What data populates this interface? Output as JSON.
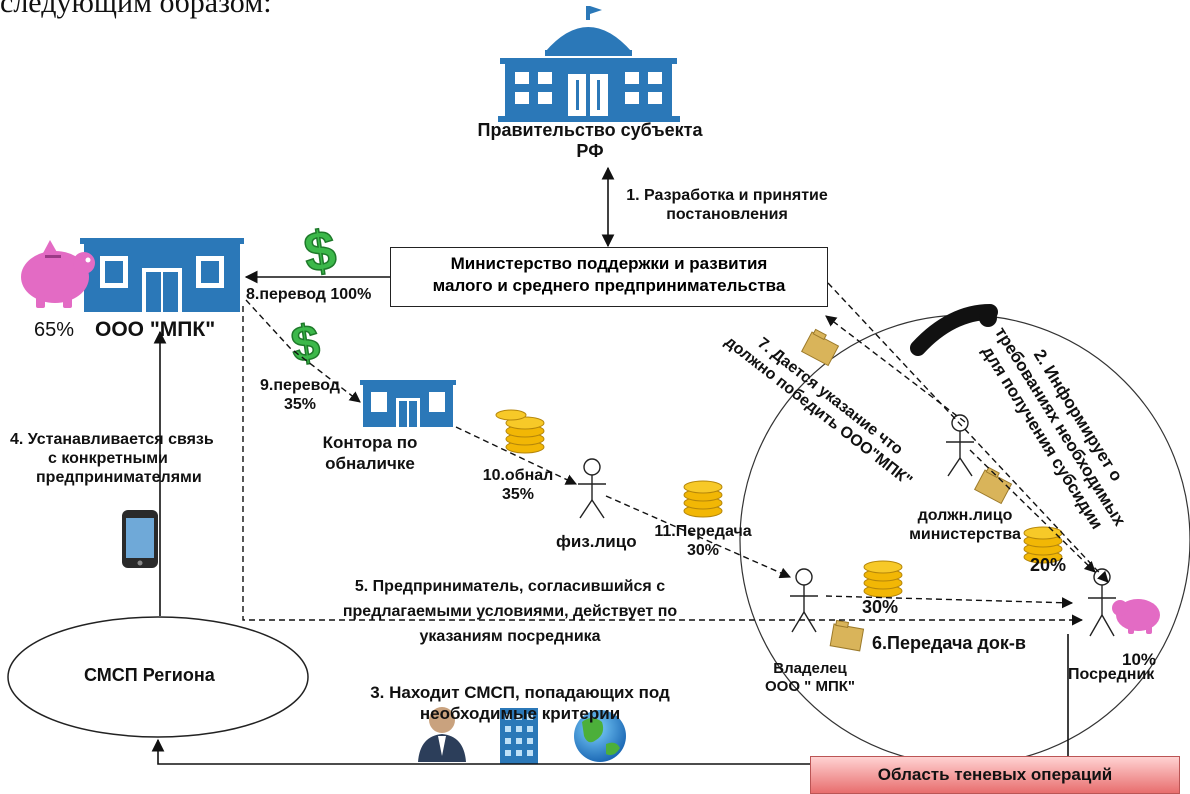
{
  "header_fragment": "следующим образом:",
  "government": {
    "label_line1": "Правительство субъекта",
    "label_line2": "РФ"
  },
  "ministry": {
    "line1": "Министерство поддержки и развития",
    "line2": "малого и среднего предпринимательства"
  },
  "mpk": {
    "label": "ООО \"МПК\"",
    "share": "65%"
  },
  "kontora": {
    "line1": "Контора по",
    "line2": "обналичке"
  },
  "smsp": {
    "label": "СМСП Региона"
  },
  "phys": {
    "label": "физ.лицо"
  },
  "official": {
    "line1": "должн.лицо",
    "line2": "министерства"
  },
  "owner": {
    "line1": "Владелец",
    "line2": "ООО \" МПК\""
  },
  "mediator": {
    "label": "Посредник",
    "share": "10%"
  },
  "shadow_area": {
    "label": "Область теневых операций"
  },
  "steps": {
    "s1_line1": "1. Разработка и принятие",
    "s1_line2": "постановления",
    "s2_line1": "2. Информирует о",
    "s2_line2": "требованиях необходимых",
    "s2_line3": "для получения субсидии",
    "s3_line1": "3. Находит СМСП, попадающих под",
    "s3_line2": "необходимые критерии",
    "s4_line1": "4. Устанавливается связь",
    "s4_line2": "с конкретными",
    "s4_line3": "предпринимателями",
    "s5_line1": "5. Предприниматель, согласившийся с",
    "s5_line2": "предлагаемыми условиями, действует по",
    "s5_line3": "указаниям посредника",
    "s6": "6.Передача док-в",
    "s7_line1": "7. Дается указание что",
    "s7_line2": "должно победить ООО\"МПК\"",
    "s8": "8.перевод 100%",
    "s9_line1": "9.перевод",
    "s9_line2": "35%",
    "s10_line1": "10.обнал",
    "s10_line2": "35%",
    "s11_line1": "11.Передача",
    "s11_line2": "30%",
    "pct_20": "20%",
    "pct_30": "30%"
  },
  "colors": {
    "building": "#2b78b8",
    "dollar": "#3cb84a",
    "piggy": "#e36bc4",
    "coins": "#f2b705",
    "folder": "#d9b45a",
    "shadow": "#e87070"
  },
  "icons": [
    "government-building-icon",
    "office-building-icon",
    "kontora-building-icon",
    "piggy-bank-icon",
    "dollar-icon",
    "coins-icon",
    "folder-icon",
    "person-icon",
    "phone-icon",
    "businessman-icon",
    "skyscraper-icon",
    "globe-icon",
    "question-mark-icon"
  ]
}
